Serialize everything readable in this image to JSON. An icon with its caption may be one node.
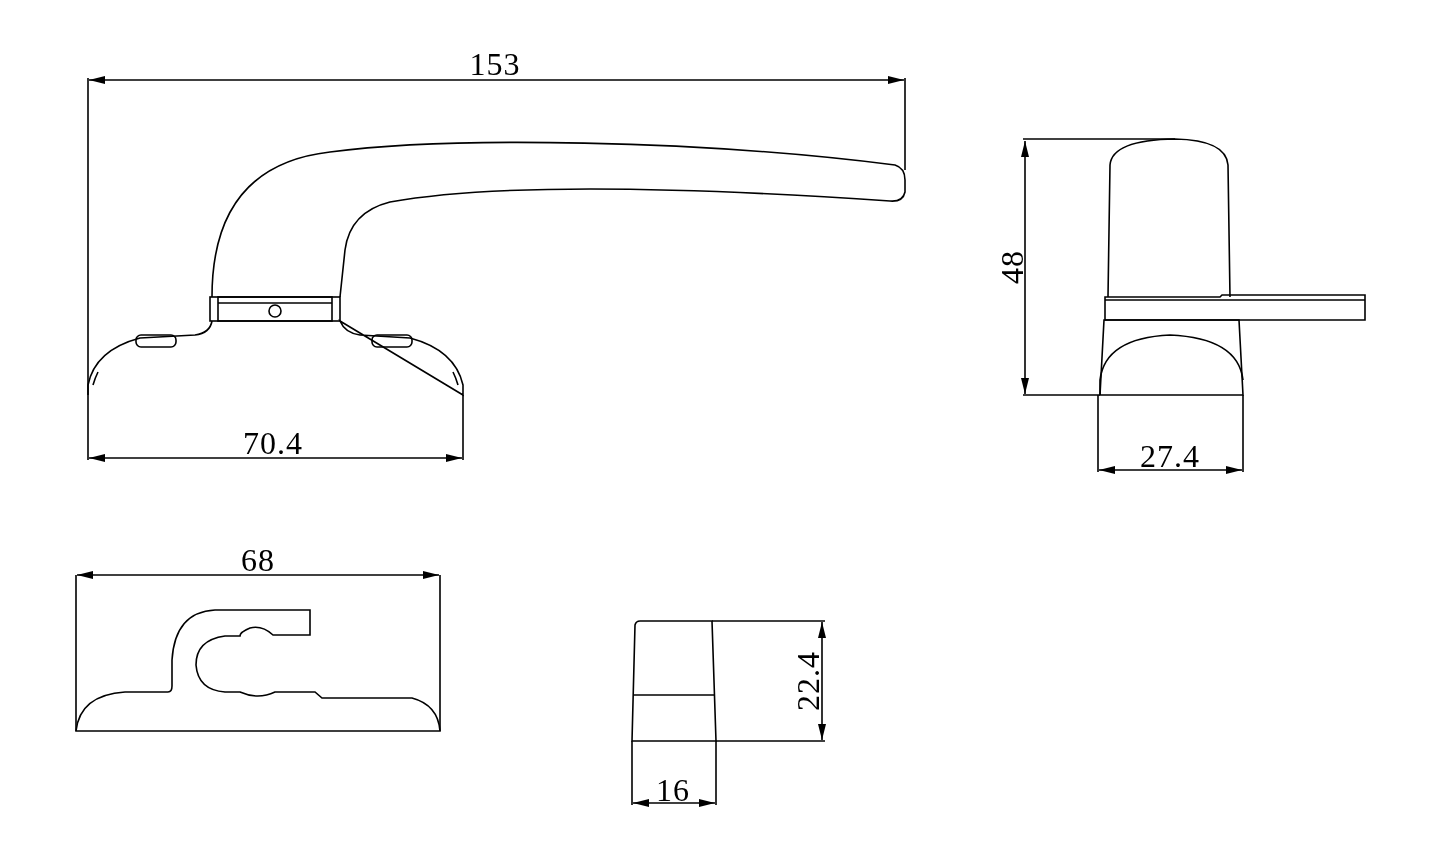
{
  "diagram": {
    "labels": [
      "153",
      "70.4",
      "48",
      "27.4",
      "68",
      "22.4",
      "16"
    ]
  }
}
